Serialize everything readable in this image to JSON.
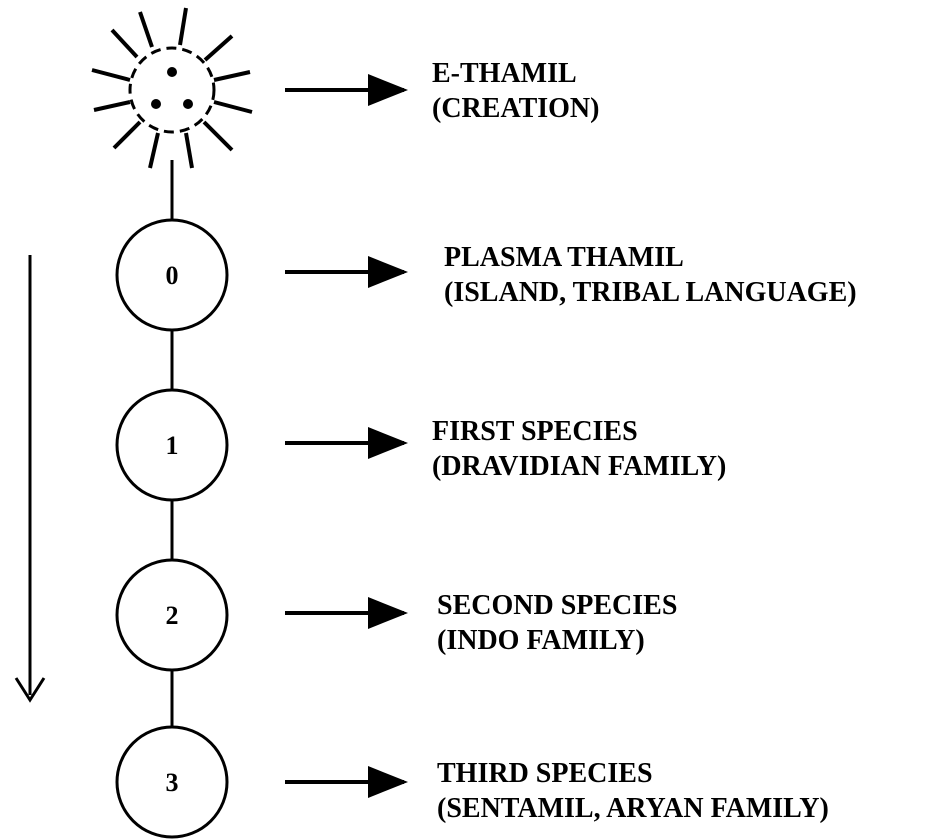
{
  "diagram": {
    "origin": {
      "icon": "sun-icon",
      "title": "E-THAMIL",
      "subtitle": "(CREATION)"
    },
    "stages": [
      {
        "number": "0",
        "title": "PLASMA THAMIL",
        "subtitle": "(ISLAND, TRIBAL LANGUAGE)"
      },
      {
        "number": "1",
        "title": "FIRST SPECIES",
        "subtitle": "(DRAVIDIAN FAMILY)"
      },
      {
        "number": "2",
        "title": "SECOND SPECIES",
        "subtitle": "(INDO FAMILY)"
      },
      {
        "number": "3",
        "title": "THIRD SPECIES",
        "subtitle": "(SENTAMIL, ARYAN FAMILY)"
      }
    ]
  }
}
